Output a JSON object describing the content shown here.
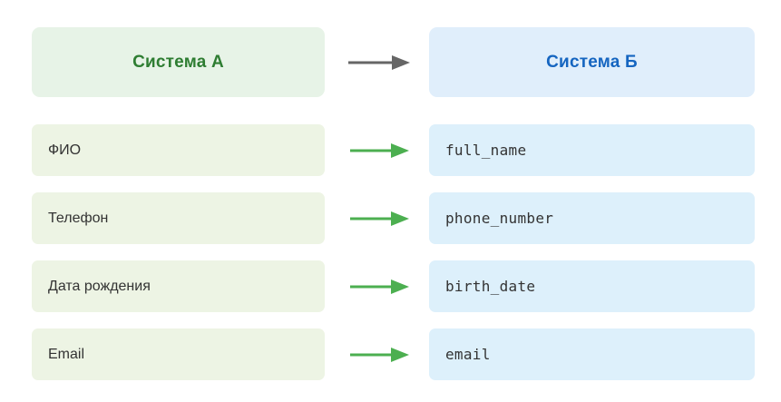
{
  "diagram": {
    "background_color": "#ffffff",
    "header": {
      "left": {
        "label": "Система А",
        "text_color": "#2e7d32",
        "background_color": "#e7f3e7"
      },
      "right": {
        "label": "Система Б",
        "text_color": "#1565c0",
        "background_color": "#e0eefb"
      },
      "arrow": {
        "icon": "arrow-right-icon",
        "color": "#666666"
      }
    },
    "row_style": {
      "left_background_color": "#edf4e4",
      "right_background_color": "#ddf0fb",
      "text_color": "#333333",
      "arrow_color": "#4caf50",
      "arrow_icon": "arrow-right-icon"
    },
    "mappings": [
      {
        "source": "ФИО",
        "target": "full_name"
      },
      {
        "source": "Телефон",
        "target": "phone_number"
      },
      {
        "source": "Дата рождения",
        "target": "birth_date"
      },
      {
        "source": "Email",
        "target": "email"
      }
    ]
  }
}
